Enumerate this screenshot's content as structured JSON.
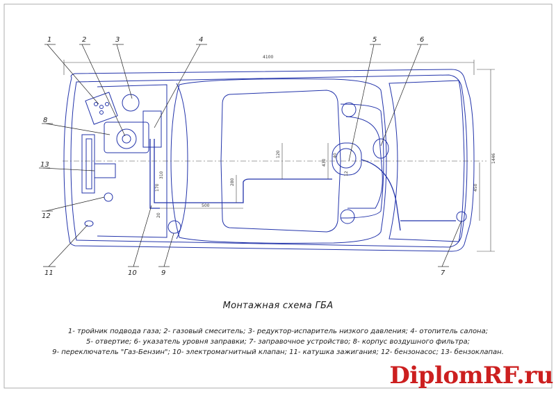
{
  "title": "Монтажная схема ГБА",
  "legend": {
    "line1": "1- тройник подвода газа; 2- газовый смеситель; 3- редуктор-испаритель низкого давления; 4- отопитель салона;",
    "line2": "5- отвертие; 6- указатель уровня заправки; 7- заправочное устройство; 8- корпус воздушного фильтра;",
    "line3": "9- переключатель \"Газ-Бензин\"; 10- электромагнитный клапан; 11- катушка зажигания; 12- бензонасос; 13- бензоклапан."
  },
  "callouts": [
    "1",
    "2",
    "3",
    "4",
    "5",
    "6",
    "7",
    "8",
    "9",
    "10",
    "11",
    "12",
    "13"
  ],
  "dimensions": {
    "length": "4100",
    "width": "1446",
    "d500": "500",
    "d280": "280",
    "d120": "120",
    "d430": "430",
    "d40": "40",
    "d450": "450",
    "d310": "310",
    "d170": "170",
    "d20": "20",
    "d12": "12"
  },
  "watermark": "DiplomRF.ru",
  "colors": {
    "line": "#2233aa",
    "text": "#1a1a1a",
    "brand": "#cc1f1f"
  }
}
